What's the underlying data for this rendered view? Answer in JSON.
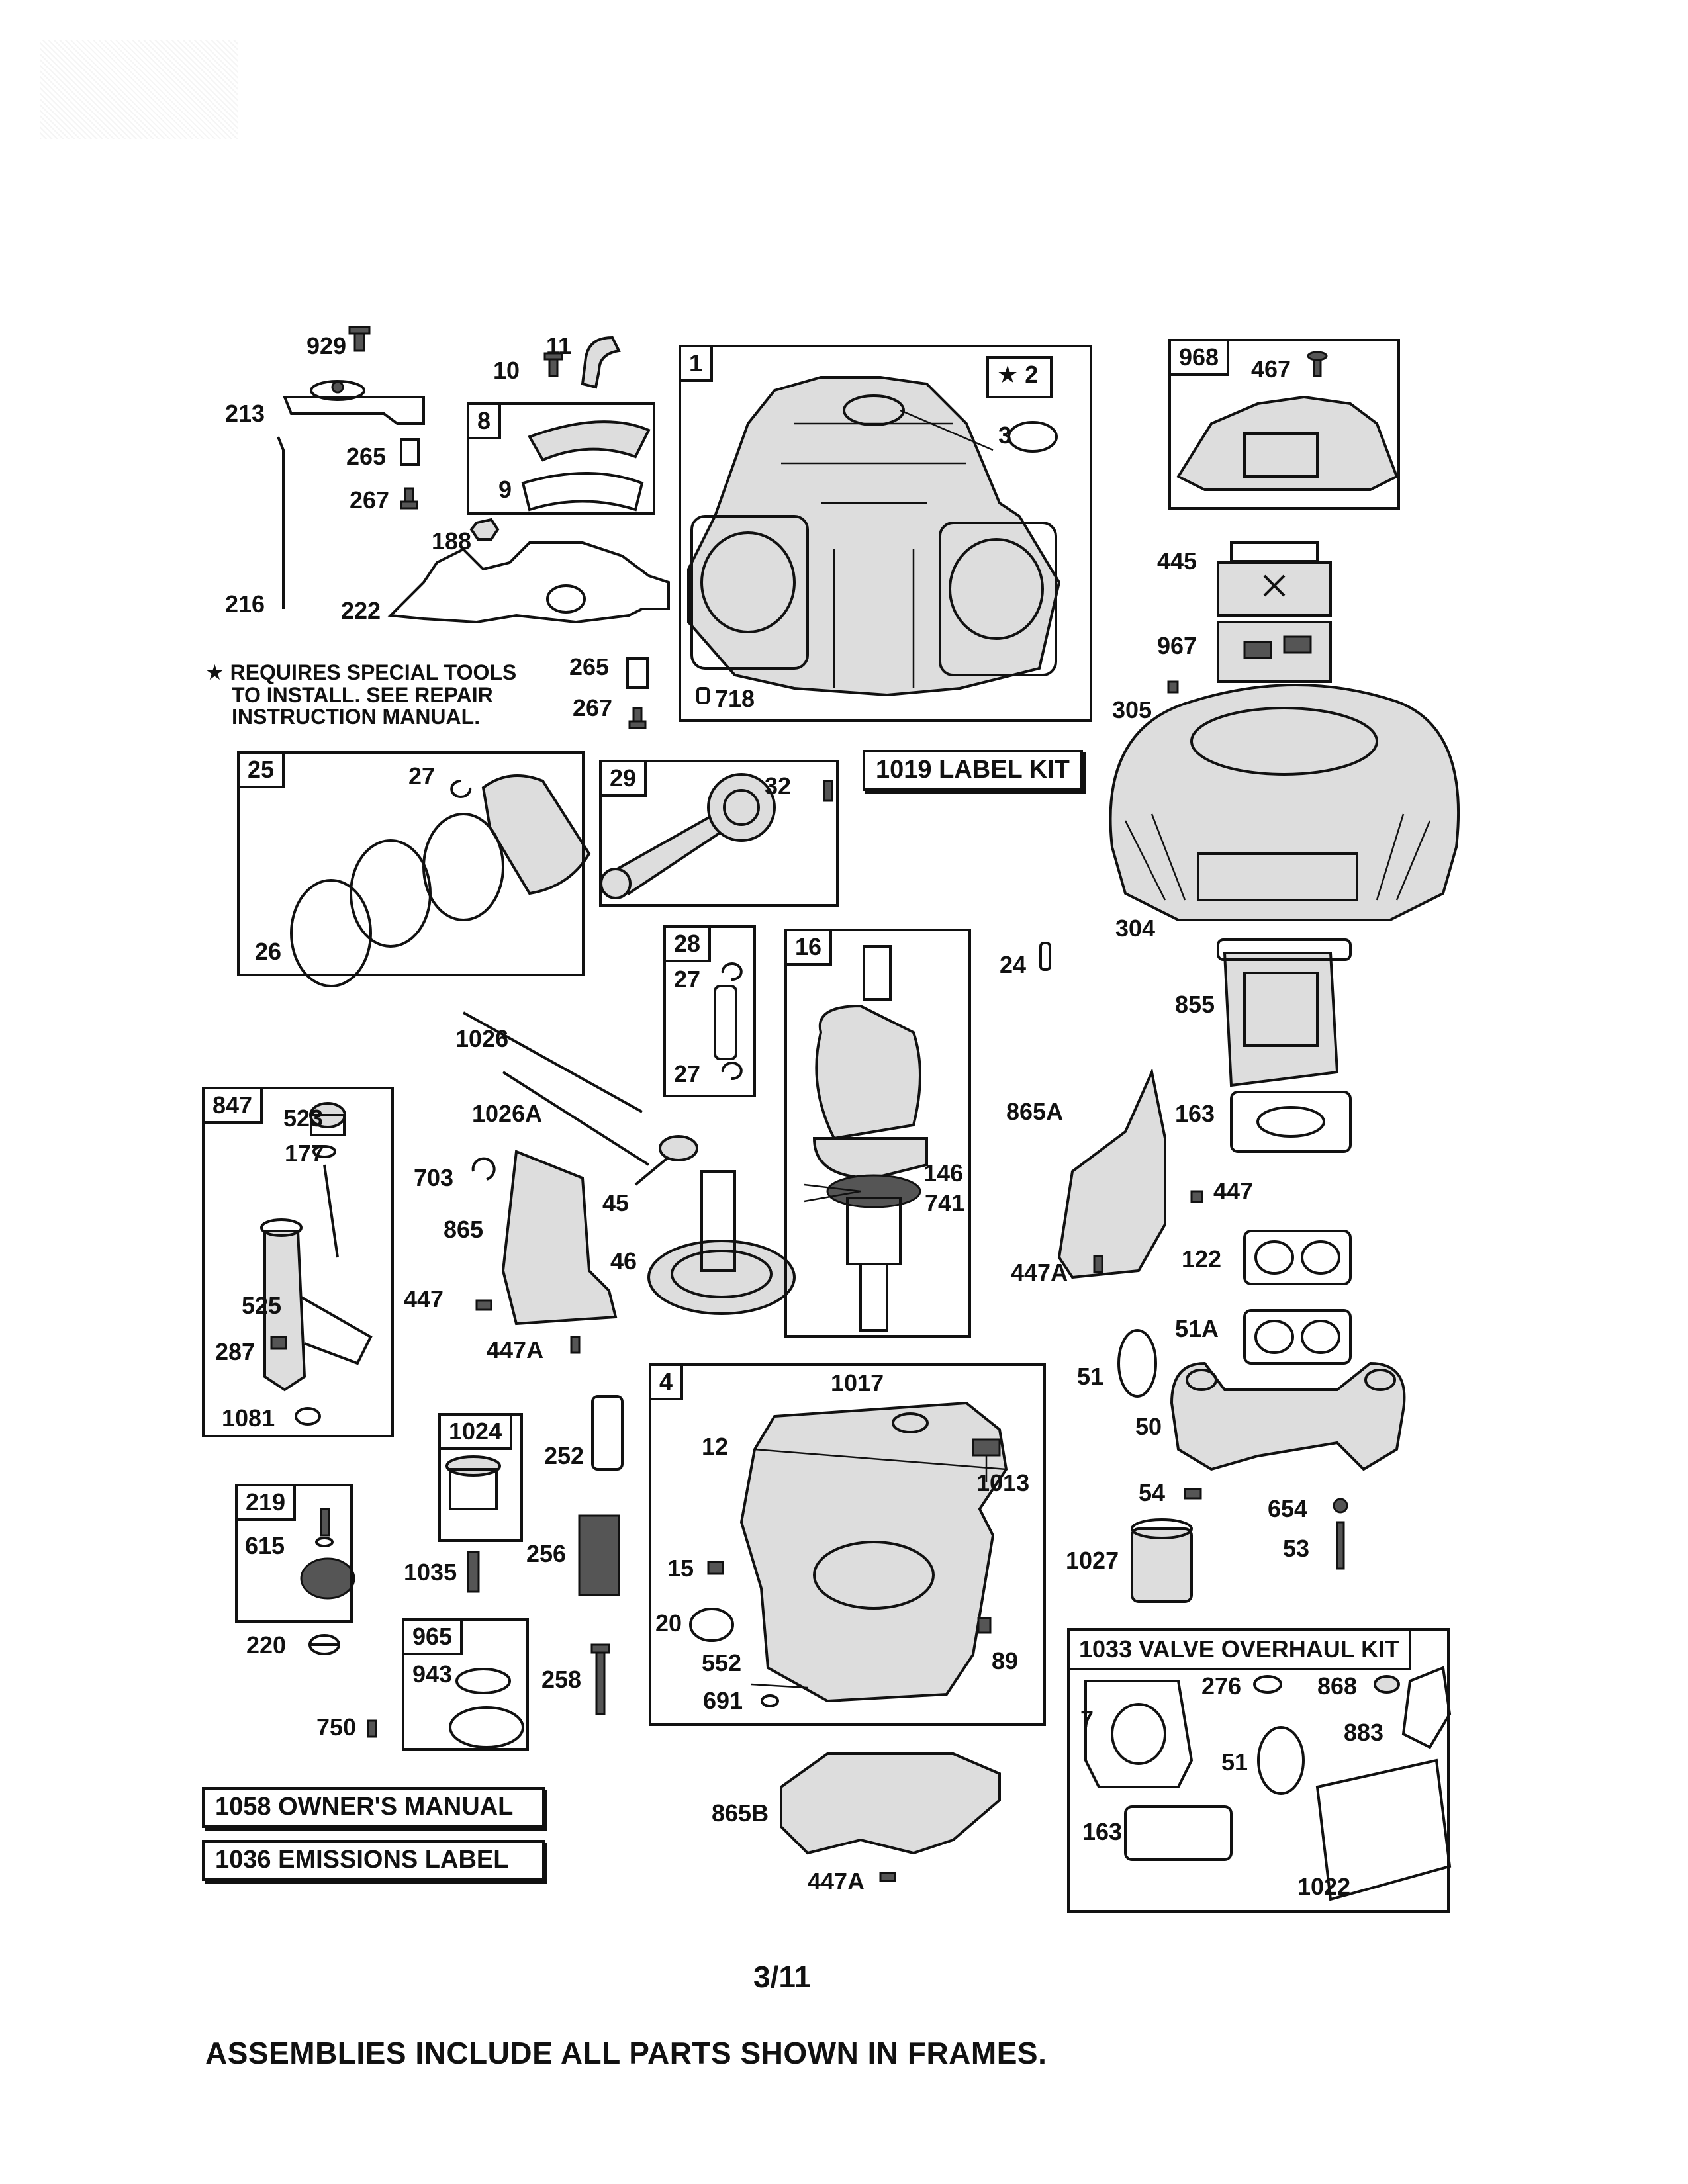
{
  "frames": {
    "f1": "1",
    "f2": "2",
    "f8": "8",
    "f968": "968",
    "f25": "25",
    "f29": "29",
    "f28": "28",
    "f16": "16",
    "f847": "847",
    "f4": "4",
    "f1024": "1024",
    "f219": "219",
    "f965": "965"
  },
  "labels": {
    "l929": "929",
    "l10": "10",
    "l11": "11",
    "l213": "213",
    "l265a": "265",
    "l267a": "267",
    "l188": "188",
    "l216": "216",
    "l222": "222",
    "l265b": "265",
    "l267b": "267",
    "l9": "9",
    "l3": "3",
    "l718": "718",
    "l467": "467",
    "l445": "445",
    "l967": "967",
    "l305": "305",
    "l27a": "27",
    "l26": "26",
    "l32": "32",
    "l304": "304",
    "l24": "24",
    "l27b": "27",
    "l27c": "27",
    "l1026": "1026",
    "l1026a": "1026A",
    "l855": "855",
    "l163a": "163",
    "l865a": "865A",
    "l146": "146",
    "l741": "741",
    "l447a": "447",
    "l523": "523",
    "l177": "177",
    "l703": "703",
    "l45": "45",
    "l865": "865",
    "l46": "46",
    "l447b": "447",
    "l447c": "447A",
    "l447d": "447A",
    "l122": "122",
    "l525": "525",
    "l287": "287",
    "l51a": "51A",
    "l51b": "51",
    "l1081": "1081",
    "l1017": "1017",
    "l12": "12",
    "l1013": "1013",
    "l50": "50",
    "l252": "252",
    "l615": "615",
    "l54": "54",
    "l654": "654",
    "l53": "53",
    "l1035": "1035",
    "l256": "256",
    "l15": "15",
    "l1027": "1027",
    "l20": "20",
    "l220": "220",
    "l943": "943",
    "l258": "258",
    "l552": "552",
    "l89": "89",
    "l691": "691",
    "l750": "750",
    "l865b": "865B",
    "l447e": "447A",
    "l7": "7",
    "l276": "276",
    "l868": "868",
    "l883": "883",
    "l51c": "51",
    "l163b": "163",
    "l1022": "1022"
  },
  "kits": {
    "label_kit": "1019 LABEL KIT",
    "valve_kit": "1033 VALVE OVERHAUL KIT",
    "owners_manual": "1058 OWNER'S MANUAL",
    "emissions_label": "1036 EMISSIONS LABEL"
  },
  "note": {
    "star": "★",
    "line1": "REQUIRES SPECIAL TOOLS",
    "line2": "TO INSTALL.  SEE REPAIR",
    "line3": "INSTRUCTION MANUAL."
  },
  "page_number": "3/11",
  "footer": "ASSEMBLIES INCLUDE ALL PARTS SHOWN IN FRAMES."
}
